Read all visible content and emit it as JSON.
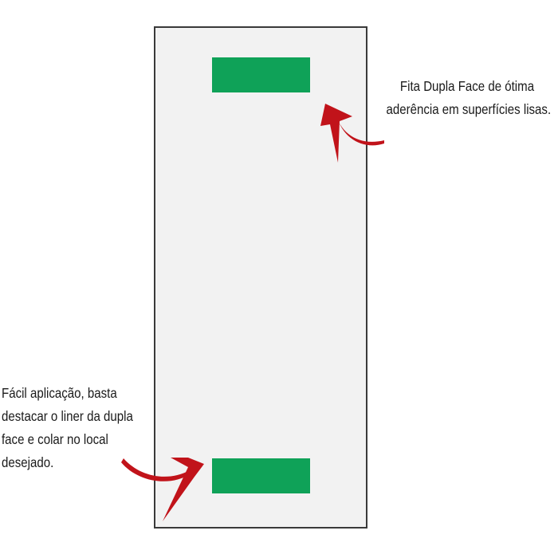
{
  "colors": {
    "tape": "#0fa258",
    "arrow": "#c1131a",
    "panel": "#f2f2f2",
    "panel_border": "#3a3a3a"
  },
  "annotations": {
    "top": {
      "lines": [
        "Fita Dupla Face de ótima",
        "aderência em superfícies lisas."
      ]
    },
    "bottom": {
      "lines": [
        "Fácil aplicação, basta",
        "destacar o liner da dupla",
        "face e colar no local",
        "desejado."
      ]
    }
  }
}
